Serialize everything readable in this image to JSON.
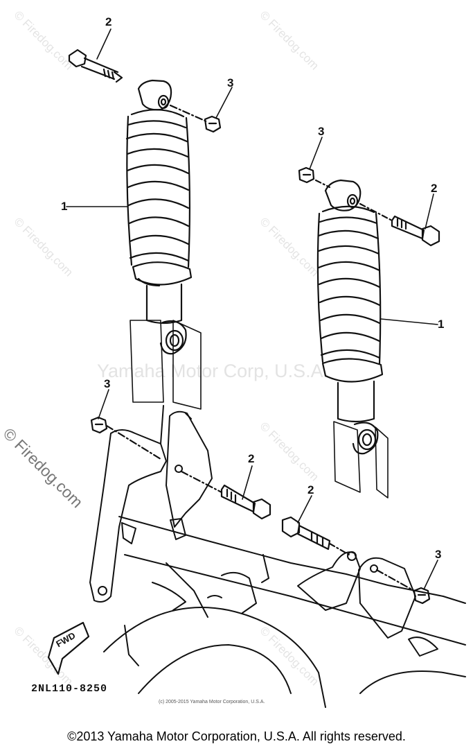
{
  "watermark": {
    "site": "© Firedog.com",
    "center": "Yamaha Motor Corp, U.S.A."
  },
  "callouts": [
    {
      "id": "c1",
      "text": "2"
    },
    {
      "id": "c2",
      "text": "3"
    },
    {
      "id": "c3",
      "text": "1"
    },
    {
      "id": "c4",
      "text": "3"
    },
    {
      "id": "c5",
      "text": "2"
    },
    {
      "id": "c6",
      "text": "1"
    },
    {
      "id": "c7",
      "text": "3"
    },
    {
      "id": "c8",
      "text": "2"
    },
    {
      "id": "c9",
      "text": "2"
    },
    {
      "id": "c10",
      "text": "3"
    }
  ],
  "diagram_code": "2NL110-8250",
  "fwd_label": "FWD",
  "small_copyright": "(c) 2005-2015 Yamaha Motor Corporation, U.S.A.",
  "footer": "©2013 Yamaha Motor Corporation, U.S.A. All rights reserved."
}
